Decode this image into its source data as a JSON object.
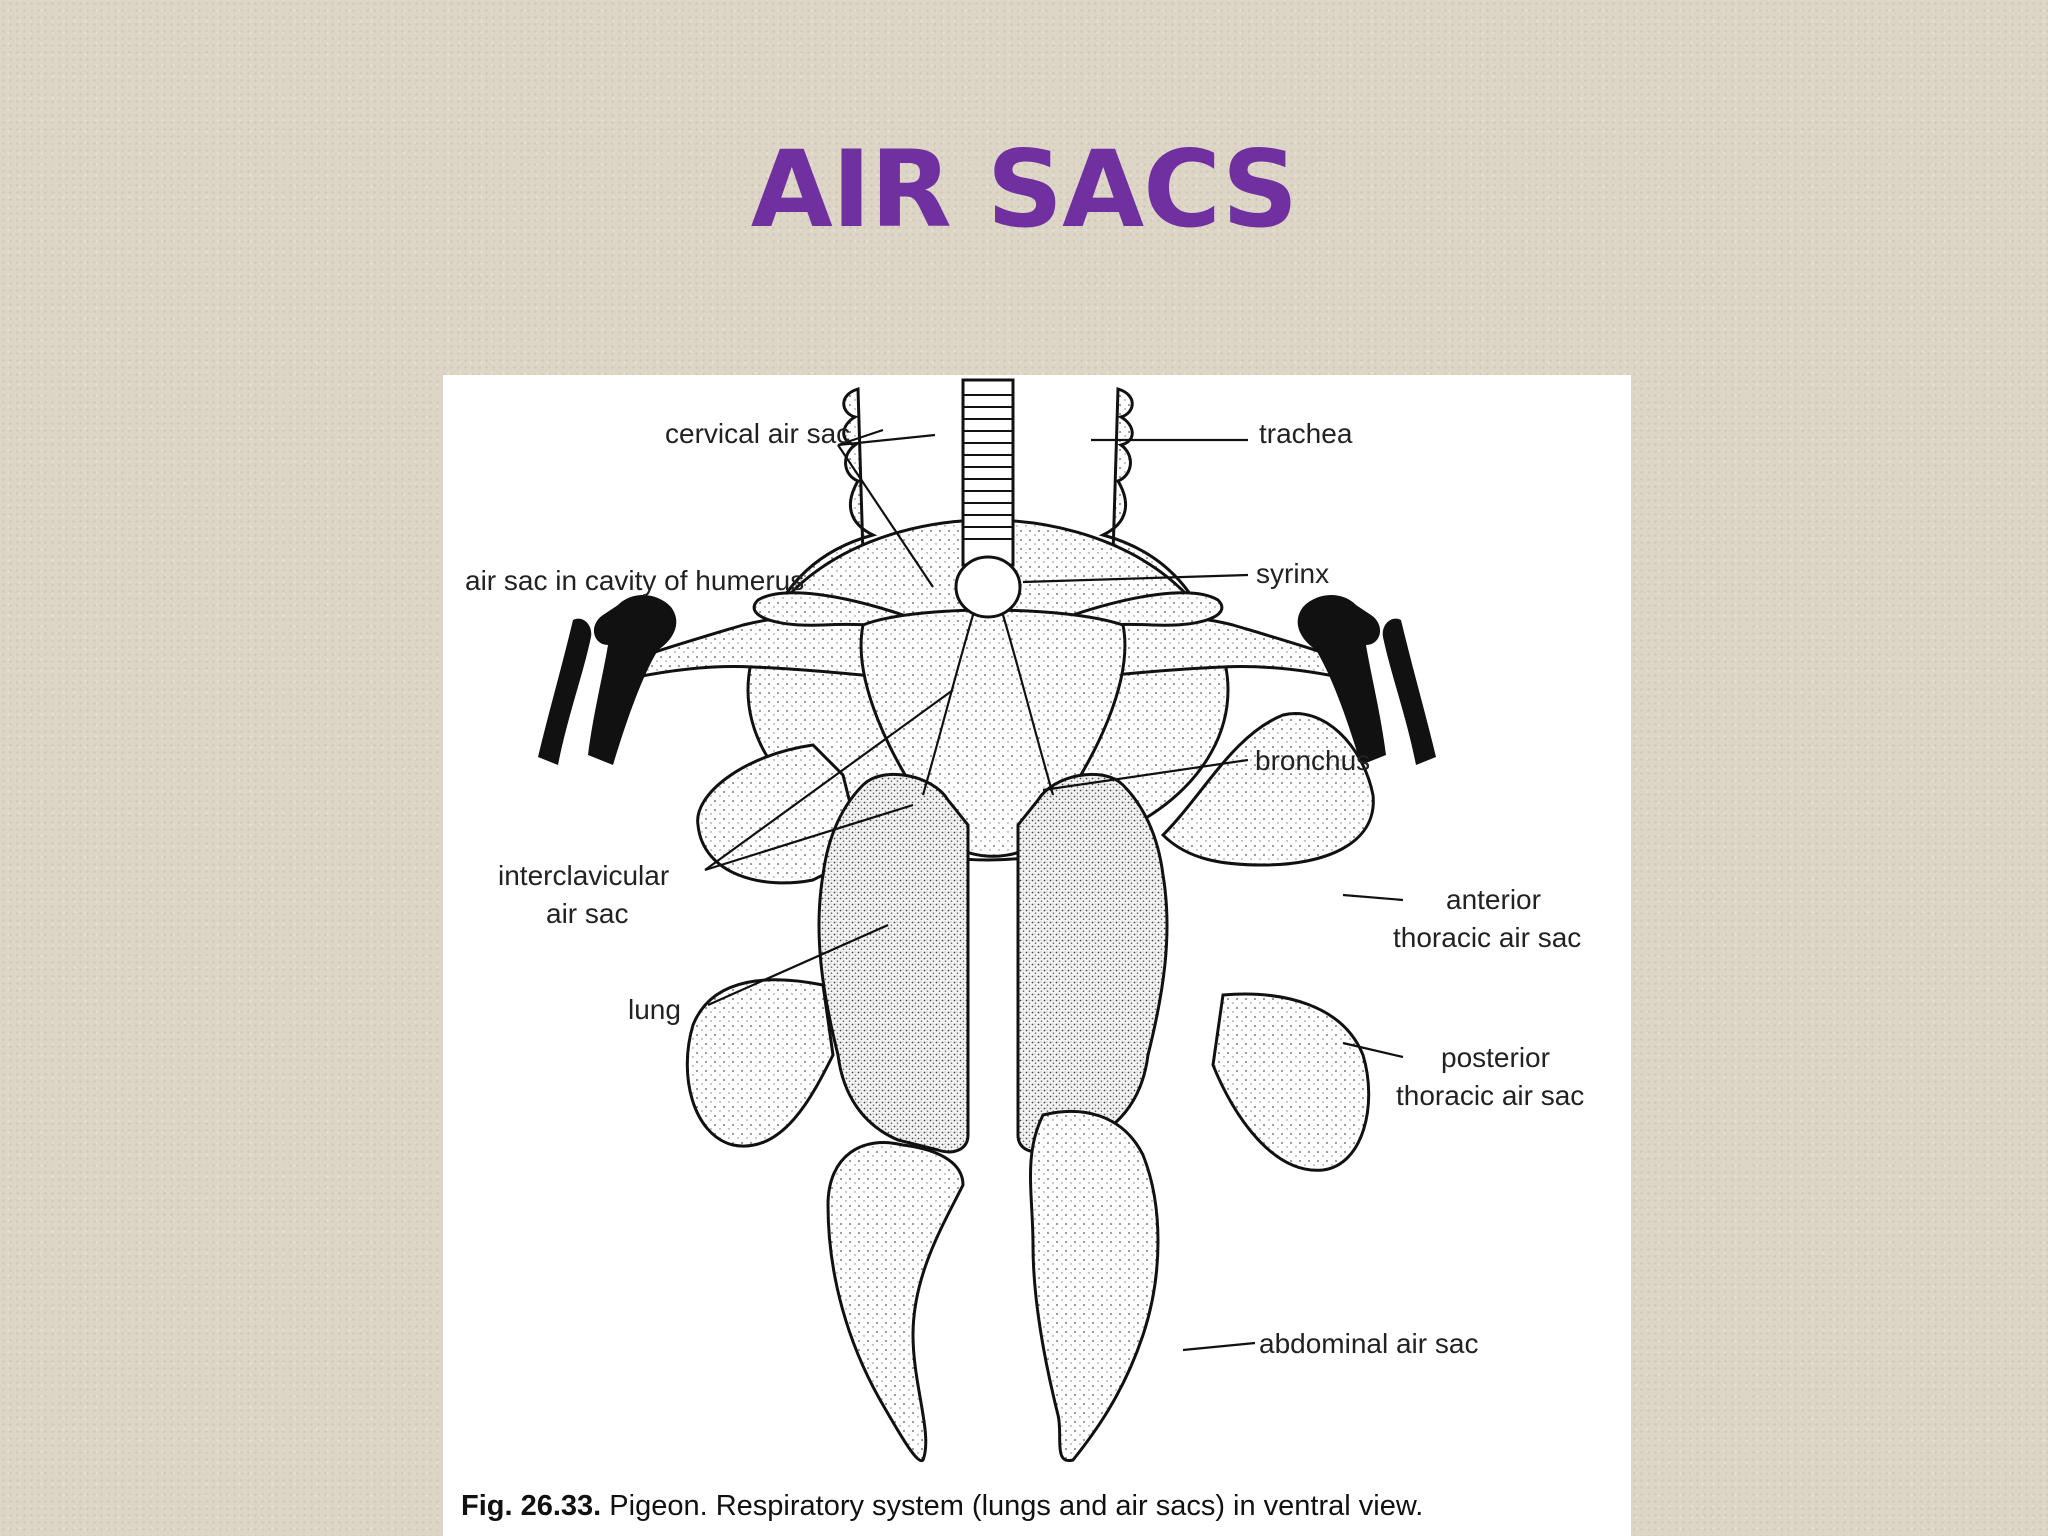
{
  "slide": {
    "title": "AIR SACS",
    "title_color": "#7030a0",
    "background_color": "#ddd5c6"
  },
  "figure": {
    "labels": {
      "cervical_air_sac": "cervical air sac",
      "trachea": "trachea",
      "air_sac_humerus": "air sac in cavity of humerus",
      "syrinx": "syrinx",
      "bronchus": "bronchus",
      "interclavicular_line1": "interclavicular",
      "interclavicular_line2": "air sac",
      "anterior_line1": "anterior",
      "anterior_line2": "thoracic air sac",
      "lung": "lung",
      "posterior_line1": "posterior",
      "posterior_line2": "thoracic air sac",
      "abdominal_air_sac": "abdominal air sac"
    },
    "caption": {
      "number": "Fig. 26.33.",
      "text": " Pigeon. Respiratory system (lungs and air sacs) in ventral view."
    }
  }
}
